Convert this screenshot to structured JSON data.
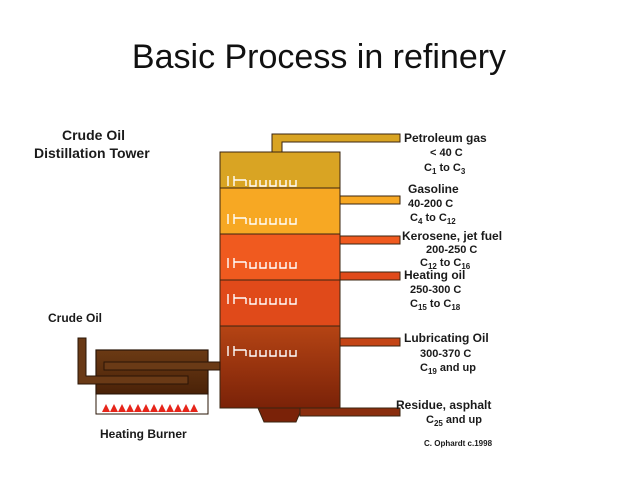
{
  "slide": {
    "title": "Basic Process in refinery"
  },
  "diagram": {
    "tower_title_line1": "Crude Oil",
    "tower_title_line2": "Distillation Tower",
    "input_label": "Crude Oil",
    "burner_label": "Heating Burner",
    "credit": "C. Ophardt c.1998",
    "fractions": [
      {
        "name": "Petroleum gas",
        "temp": "< 40 C",
        "carbon_from": "1",
        "carbon_to": "3",
        "color": "#d9a423"
      },
      {
        "name": "Gasoline",
        "temp": "40-200 C",
        "carbon_from": "4",
        "carbon_to": "12",
        "color": "#f7a823"
      },
      {
        "name": "Kerosene, jet fuel",
        "temp": "200-250 C",
        "carbon_from": "12",
        "carbon_to": "16",
        "color": "#f05a1f"
      },
      {
        "name": "Heating oil",
        "temp": "250-300 C",
        "carbon_from": "15",
        "carbon_to": "18",
        "color": "#e04a1a"
      },
      {
        "name": "Lubricating Oil",
        "temp": "300-370 C",
        "carbon_from": "19",
        "carbon_suffix": "and up",
        "color": "#c44516"
      },
      {
        "name": "Residue, asphalt",
        "carbon_from": "25",
        "carbon_suffix": "and up",
        "color": "#8a2e0e"
      }
    ]
  }
}
